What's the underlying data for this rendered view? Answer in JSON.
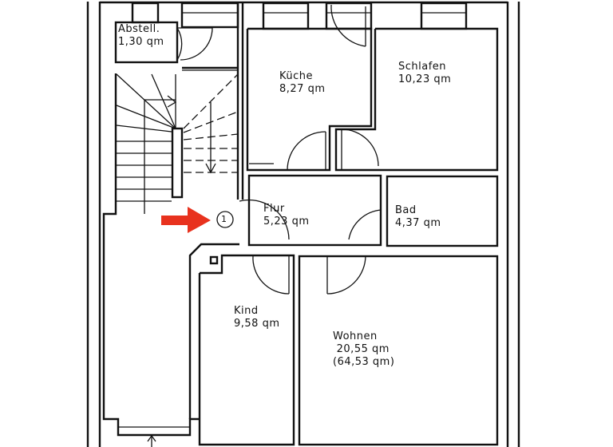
{
  "plan": {
    "rooms": [
      {
        "name": "Abstell.",
        "area": "1,30 qm"
      },
      {
        "name": "Küche",
        "area": "8,27 qm"
      },
      {
        "name": "Schlafen",
        "area": "10,23 qm"
      },
      {
        "name": "Flur",
        "area": "5,23 qm"
      },
      {
        "name": "Bad",
        "area": "4,37 qm"
      },
      {
        "name": "Kind",
        "area": "9,58 qm"
      },
      {
        "name": "Wohnen",
        "area": "20,55 qm",
        "total": "(64,53 qm)"
      }
    ],
    "entrance_marker": "1",
    "colors": {
      "walls": "#111111",
      "arrow": "#e8321e",
      "background": "#ffffff"
    }
  }
}
